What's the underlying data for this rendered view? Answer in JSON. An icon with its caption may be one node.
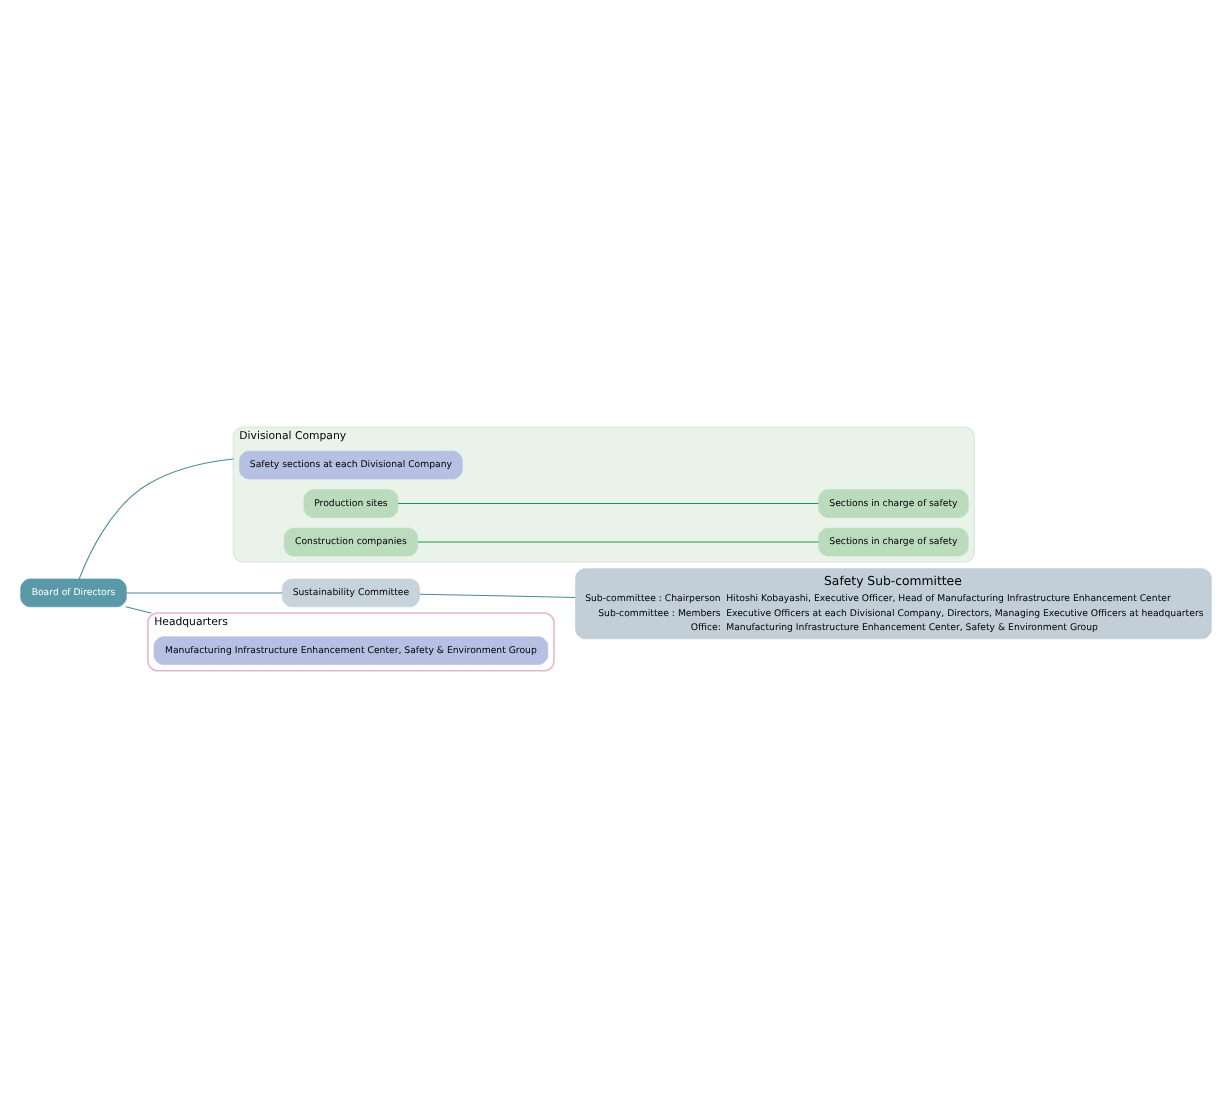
{
  "diagram": {
    "nodes": [
      {
        "text": [
          "Board of Directors"
        ]
      },
      {
        "text": [
          "Sustainability Committee"
        ]
      },
      {
        "text": [
          "Safety Sub-committee",
          "Sub-committee : Chairperson",
          "Hitoshi Kobayashi, Executive Officer, Head of Manufacturing Infrastructure Enhancement Center",
          "Sub-committee : Members",
          "Executive Officers at each Divisional Company, Directors, Managing Executive Officers at headquarters",
          "Office:",
          "Manufacturing Infrastructure Enhancement Center, Safety & Environment Group"
        ]
      },
      {
        "text": [
          "Divisional Company"
        ]
      },
      {
        "text": [
          "Safety sections at each Divisional Company"
        ],
        "in": 3
      },
      {
        "text": [
          "Production sites"
        ],
        "in": 3
      },
      {
        "text": [
          "Sections in charge of safety"
        ],
        "in": 3
      },
      {
        "text": [
          "Construction companies"
        ],
        "in": 3
      },
      {
        "text": [
          "Sections in charge of safety"
        ],
        "in": 3
      },
      {
        "text": [
          "Headquarters"
        ]
      },
      {
        "text": [
          "Manufacturing Infrastructure Enhancement Center, Safety & Environment Group"
        ],
        "in": 9
      }
    ],
    "edges": [
      {
        "from": 0,
        "to": 1,
        "arrow": "none"
      },
      {
        "from": 1,
        "to": 2,
        "arrow": "none"
      },
      {
        "from": 0,
        "to": 3,
        "arrow": "none"
      },
      {
        "from": 0,
        "to": 9,
        "arrow": "none"
      },
      {
        "from": 5,
        "to": 6,
        "arrow": "none",
        "color": "#1a9a50"
      },
      {
        "from": 7,
        "to": 8,
        "arrow": "none",
        "color": "#1a9a50"
      }
    ]
  }
}
